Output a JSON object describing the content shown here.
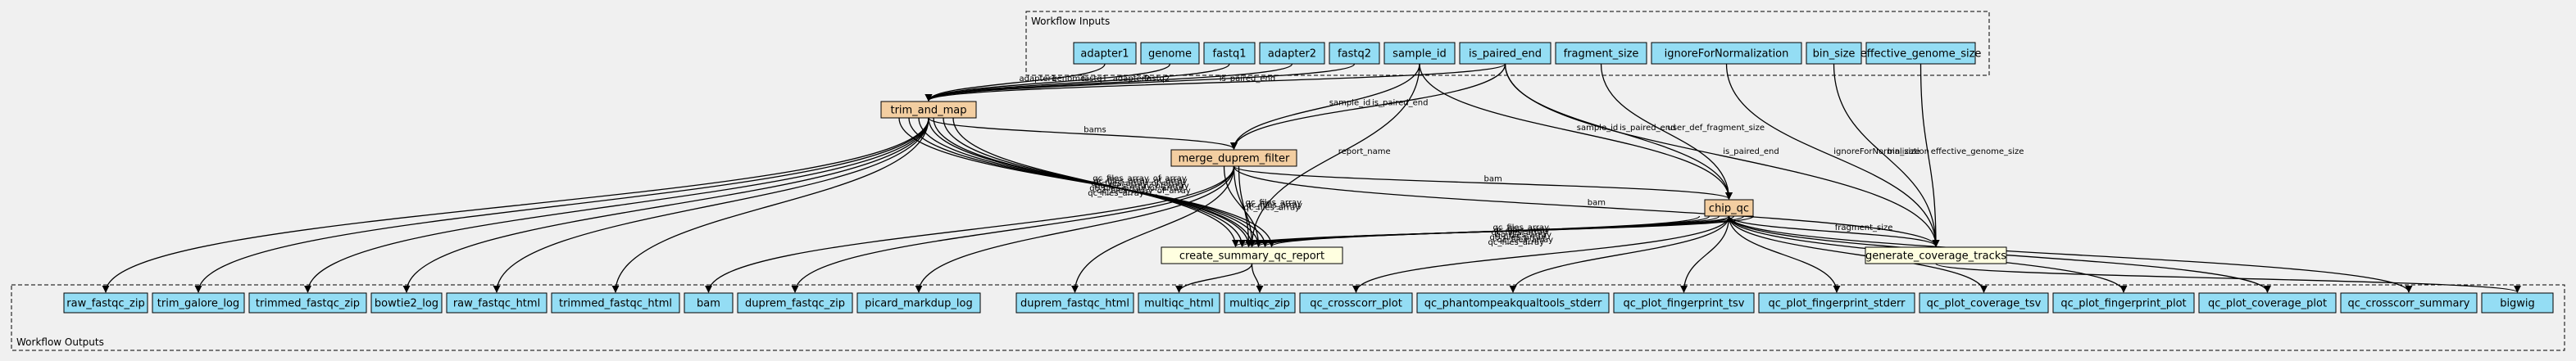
{
  "clusters": {
    "inputs_title": "Workflow Inputs",
    "outputs_title": "Workflow Outputs"
  },
  "colors": {
    "io_node": "#94ddf4",
    "step_node": "#f3cea1",
    "summary_node": "#ffffe0",
    "edge": "#000000",
    "background": "#f0f0f0"
  },
  "inputs": [
    "adapter1",
    "genome",
    "fastq1",
    "adapter2",
    "fastq2",
    "sample_id",
    "is_paired_end",
    "fragment_size",
    "ignoreForNormalization",
    "bin_size",
    "effective_genome_size"
  ],
  "steps": [
    "trim_and_map",
    "merge_duprem_filter",
    "chip_qc",
    "create_summary_qc_report",
    "generate_coverage_tracks"
  ],
  "outputs": [
    "raw_fastqc_zip",
    "trim_galore_log",
    "trimmed_fastqc_zip",
    "bowtie2_log",
    "raw_fastqc_html",
    "trimmed_fastqc_html",
    "bam",
    "duprem_fastqc_zip",
    "picard_markdup_log",
    "duprem_fastqc_html",
    "multiqc_html",
    "multiqc_zip",
    "qc_crosscorr_plot",
    "qc_phantompeakqualtools_stderr",
    "qc_plot_fingerprint_tsv",
    "qc_plot_fingerprint_stderr",
    "qc_plot_coverage_tsv",
    "qc_plot_fingerprint_plot",
    "qc_plot_coverage_plot",
    "qc_crosscorr_summary",
    "bigwig"
  ],
  "edges": [
    {
      "from": "adapter1",
      "to": "trim_and_map",
      "label": "adapter1"
    },
    {
      "from": "genome",
      "to": "trim_and_map",
      "label": "genome"
    },
    {
      "from": "fastq1",
      "to": "trim_and_map",
      "label": "fastq1"
    },
    {
      "from": "adapter2",
      "to": "trim_and_map",
      "label": "adapter2"
    },
    {
      "from": "fastq2",
      "to": "trim_and_map",
      "label": "fastq2"
    },
    {
      "from": "is_paired_end",
      "to": "trim_and_map",
      "label": "is_paired_end"
    },
    {
      "from": "sample_id",
      "to": "merge_duprem_filter",
      "label": "sample_id"
    },
    {
      "from": "is_paired_end",
      "to": "merge_duprem_filter",
      "label": "is_paired_end"
    },
    {
      "from": "trim_and_map",
      "to": "merge_duprem_filter",
      "label": "bams"
    },
    {
      "from": "sample_id",
      "to": "chip_qc",
      "label": "sample_id"
    },
    {
      "from": "is_paired_end",
      "to": "chip_qc",
      "label": "is_paired_end"
    },
    {
      "from": "fragment_size",
      "to": "chip_qc",
      "label": "user_def_fragment_size"
    },
    {
      "from": "merge_duprem_filter",
      "to": "chip_qc",
      "label": "bam"
    },
    {
      "from": "sample_id",
      "to": "create_summary_qc_report",
      "label": "report_name"
    },
    {
      "from": "trim_and_map",
      "to": "create_summary_qc_report",
      "label": "qc_files_array_of_array"
    },
    {
      "from": "trim_and_map",
      "to": "create_summary_qc_report",
      "label": "qc_files_array_of_array"
    },
    {
      "from": "trim_and_map",
      "to": "create_summary_qc_report",
      "label": "qc_files_array_of_array"
    },
    {
      "from": "trim_and_map",
      "to": "create_summary_qc_report",
      "label": "qc_files_array_of_array"
    },
    {
      "from": "trim_and_map",
      "to": "create_summary_qc_report",
      "label": "qc_files_array_of_array"
    },
    {
      "from": "trim_and_map",
      "to": "create_summary_qc_report",
      "label": "qc_files_array_of_array"
    },
    {
      "from": "trim_and_map",
      "to": "create_summary_qc_report",
      "label": "qc_files_array"
    },
    {
      "from": "merge_duprem_filter",
      "to": "create_summary_qc_report",
      "label": "qc_files_array"
    },
    {
      "from": "merge_duprem_filter",
      "to": "create_summary_qc_report",
      "label": "qc_files_array"
    },
    {
      "from": "merge_duprem_filter",
      "to": "create_summary_qc_report",
      "label": "qc_files_array"
    },
    {
      "from": "chip_qc",
      "to": "create_summary_qc_report",
      "label": "qc_files_array"
    },
    {
      "from": "chip_qc",
      "to": "create_summary_qc_report",
      "label": "qc_files_array"
    },
    {
      "from": "chip_qc",
      "to": "create_summary_qc_report",
      "label": "qc_files_array"
    },
    {
      "from": "chip_qc",
      "to": "create_summary_qc_report",
      "label": "qc_files_array"
    },
    {
      "from": "chip_qc",
      "to": "create_summary_qc_report",
      "label": "qc_files_array"
    },
    {
      "from": "chip_qc",
      "to": "create_summary_qc_report",
      "label": "qc_files_array"
    },
    {
      "from": "chip_qc",
      "to": "create_summary_qc_report",
      "label": "qc_files_array"
    },
    {
      "from": "is_paired_end",
      "to": "generate_coverage_tracks",
      "label": "is_paired_end"
    },
    {
      "from": "ignoreForNormalization",
      "to": "generate_coverage_tracks",
      "label": "ignoreForNormalization"
    },
    {
      "from": "bin_size",
      "to": "generate_coverage_tracks",
      "label": "bin_size"
    },
    {
      "from": "effective_genome_size",
      "to": "generate_coverage_tracks",
      "label": "effective_genome_size"
    },
    {
      "from": "merge_duprem_filter",
      "to": "generate_coverage_tracks",
      "label": "bam"
    },
    {
      "from": "chip_qc",
      "to": "generate_coverage_tracks",
      "label": "fragment_size"
    }
  ]
}
